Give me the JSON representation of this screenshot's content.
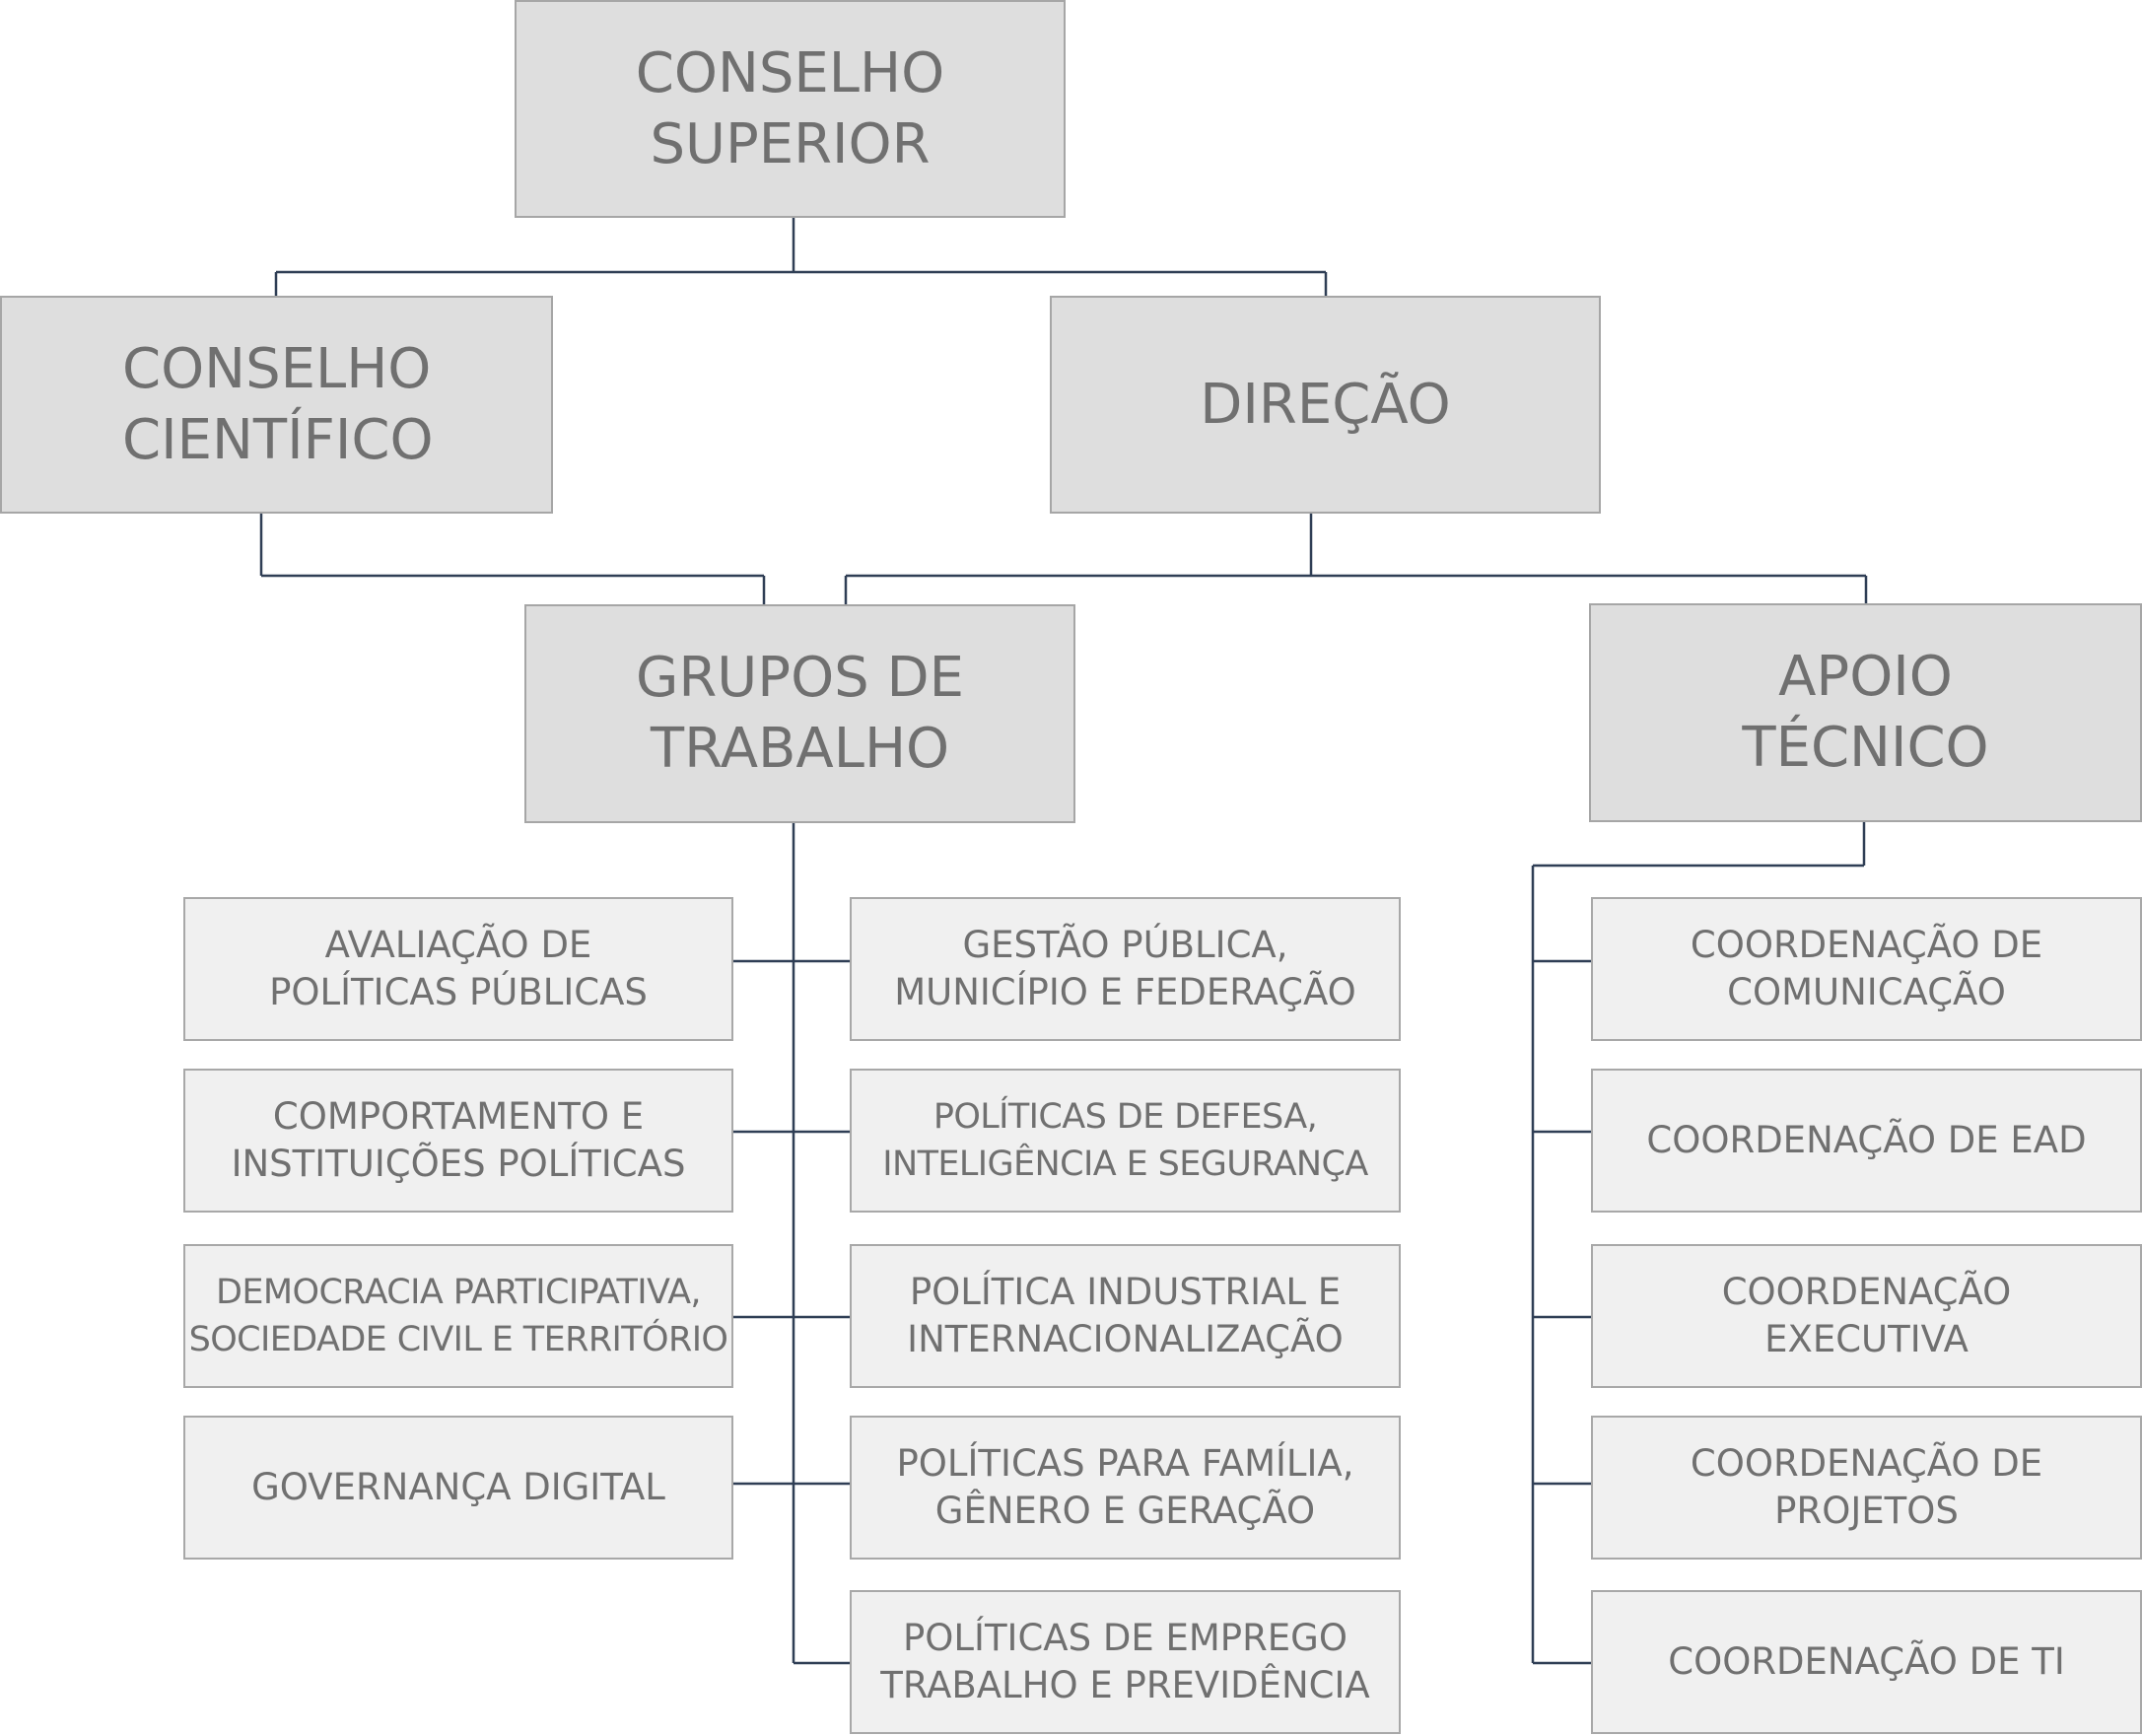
{
  "diagram": {
    "nodes": {
      "conselho_superior": "CONSELHO\nSUPERIOR",
      "conselho_cientifico": "CONSELHO\nCIENTÍFICO",
      "direcao": "DIREÇÃO",
      "grupos_de_trabalho": "GRUPOS DE\nTRABALHO",
      "apoio_tecnico": "APOIO\nTÉCNICO"
    },
    "grupos_left": [
      "AVALIAÇÃO DE\nPOLÍTICAS PÚBLICAS",
      "COMPORTAMENTO E\nINSTITUIÇÕES POLÍTICAS",
      "DEMOCRACIA PARTICIPATIVA,\nSOCIEDADE CIVIL E TERRITÓRIO",
      "GOVERNANÇA DIGITAL"
    ],
    "grupos_right": [
      "GESTÃO PÚBLICA,\nMUNICÍPIO E FEDERAÇÃO",
      "POLÍTICAS DE DEFESA,\nINTELIGÊNCIA E SEGURANÇA",
      "POLÍTICA INDUSTRIAL E\nINTERNACIONALIZAÇÃO",
      "POLÍTICAS PARA FAMÍLIA,\nGÊNERO E GERAÇÃO",
      "POLÍTICAS DE EMPREGO\nTRABALHO E PREVIDÊNCIA"
    ],
    "apoio_items": [
      "COORDENAÇÃO DE\nCOMUNICAÇÃO",
      "COORDENAÇÃO DE EAD",
      "COORDENAÇÃO\nEXECUTIVA",
      "COORDENAÇÃO DE\nPROJETOS",
      "COORDENAÇÃO DE TI"
    ]
  }
}
